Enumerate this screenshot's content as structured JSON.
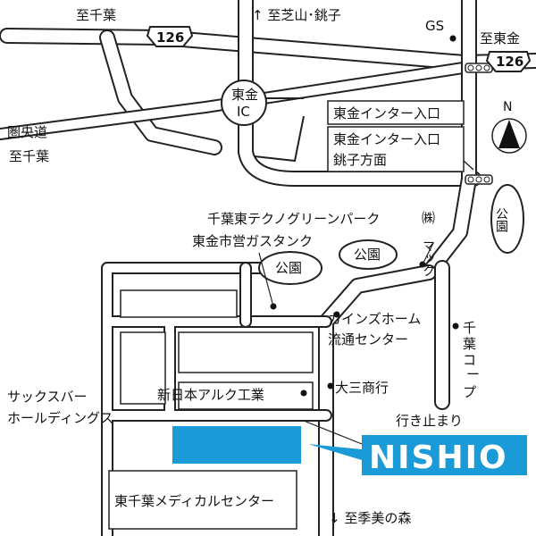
{
  "map": {
    "destinations": {
      "to_chiba_top": "至千葉",
      "to_shibayama_choshi": "↑ 至芝山･銚子",
      "to_togane": "至東金",
      "to_chiba_left": "至千葉",
      "to_kimino_mori": "↓ 至季美の森"
    },
    "routes": {
      "route_126_left": "126",
      "route_126_right": "126",
      "expressway": "圏央道"
    },
    "interchange": {
      "line1": "東金",
      "line2": "IC"
    },
    "landmarks": {
      "gs": "GS",
      "north": "N",
      "park_right": "公園",
      "park_1": "公園",
      "park_2": "公園",
      "green_park": "千葉東テクノグリーンパーク",
      "gas_tank": "東金市営ガスタンク",
      "mac_line1": "㈱",
      "mac_line2": "マック",
      "cainz_line1": "カインズホーム",
      "cainz_line2": "流通センター",
      "chiba_coop_line1": "千",
      "chiba_coop_line2": "葉",
      "chiba_coop_line3": "コ",
      "chiba_coop_line4": "ー",
      "chiba_coop_line5": "プ",
      "daisan": "大三商行",
      "shinnihon_arc": "新日本アルク工業",
      "sacks_line1": "サックスバー",
      "sacks_line2": "ホールディングス",
      "dead_end": "行き止まり",
      "medical_center": "東千葉メディカルセンター"
    },
    "signs": {
      "sign1": "東金インター入口",
      "sign2_line1": "東金インター入口",
      "sign2_line2": "銚子方面"
    },
    "company": {
      "name": "NISHIO",
      "brand_color": "#1a9ad6",
      "plot_color": "#1a9ad6"
    }
  }
}
